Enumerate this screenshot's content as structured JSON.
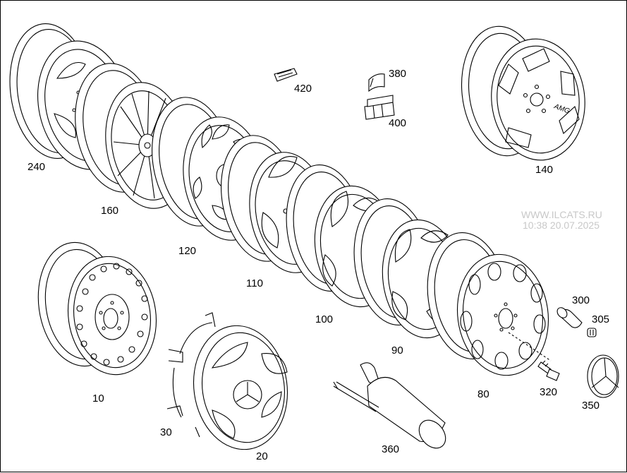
{
  "watermark": {
    "site": "WWW.ILCATS.RU",
    "timestamp": "10:38 20.07.2025"
  },
  "labels": {
    "l240": "240",
    "l160": "160",
    "l120": "120",
    "l110": "110",
    "l100": "100",
    "l90": "90",
    "l80": "80",
    "l420": "420",
    "l380": "380",
    "l400": "400",
    "l140": "140",
    "l300": "300",
    "l305": "305",
    "l320": "320",
    "l350": "350",
    "l10": "10",
    "l30": "30",
    "l20": "20",
    "l360": "360"
  },
  "emblem_text": "AMG"
}
